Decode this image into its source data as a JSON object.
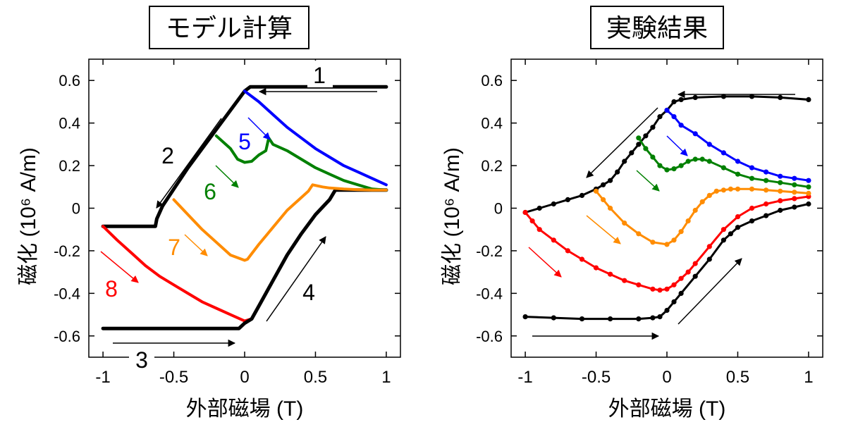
{
  "chart_data": [
    {
      "type": "line",
      "title": "モデル計算",
      "xlabel": "外部磁場 (T)",
      "ylabel": "磁化 (10⁶ A/m)",
      "xlim": [
        -1.1,
        1.1
      ],
      "ylim": [
        -0.7,
        0.7
      ],
      "xticks": [
        "-1",
        "-0.5",
        "0",
        "0.5",
        "1"
      ],
      "yticks": [
        "-0.6",
        "-0.4",
        "-0.2",
        "0",
        "0.2",
        "0.4",
        "0.6"
      ],
      "grid": false,
      "series": [
        {
          "name": "",
          "color": "#000000",
          "x": [
            1.0,
            0.04,
            0.0,
            -0.1,
            -0.2,
            -0.3,
            -0.4,
            -0.5,
            -0.58,
            -0.62,
            -0.63,
            -1.0
          ],
          "y": [
            0.57,
            0.57,
            0.55,
            0.46,
            0.37,
            0.28,
            0.19,
            0.09,
            0.01,
            -0.05,
            -0.085,
            -0.085
          ]
        },
        {
          "name": "",
          "color": "#ff0000",
          "x": [
            -1.0,
            -0.9,
            -0.8,
            -0.7,
            -0.6,
            -0.5,
            -0.4,
            -0.3,
            -0.2,
            -0.1,
            0.0,
            0.05,
            0.1,
            0.15,
            0.2
          ],
          "y": [
            -0.085,
            -0.15,
            -0.21,
            -0.27,
            -0.32,
            -0.36,
            -0.4,
            -0.44,
            -0.47,
            -0.5,
            -0.53,
            -0.52,
            -0.46,
            -0.4,
            -0.34
          ]
        },
        {
          "name": "",
          "color": "#000000",
          "x": [
            -1.0,
            -0.04,
            0.0,
            0.05,
            0.1,
            0.2,
            0.3,
            0.4,
            0.5,
            0.6,
            0.64,
            1.0
          ],
          "y": [
            -0.565,
            -0.565,
            -0.54,
            -0.52,
            -0.46,
            -0.34,
            -0.22,
            -0.12,
            -0.03,
            0.04,
            0.085,
            0.085
          ]
        },
        {
          "name": "",
          "color": "#0000ff",
          "x": [
            0.0,
            0.1,
            0.2,
            0.3,
            0.4,
            0.5,
            0.6,
            0.7,
            0.8,
            0.9,
            1.0
          ],
          "y": [
            0.55,
            0.5,
            0.44,
            0.38,
            0.33,
            0.28,
            0.24,
            0.2,
            0.17,
            0.14,
            0.11
          ]
        },
        {
          "name": "",
          "color": "#008000",
          "x": [
            -0.2,
            -0.1,
            -0.05,
            0.0,
            0.05,
            0.1,
            0.15,
            0.17,
            0.2,
            0.3,
            0.4,
            0.5,
            0.6,
            0.7,
            0.8,
            0.9,
            1.0
          ],
          "y": [
            0.34,
            0.28,
            0.23,
            0.215,
            0.22,
            0.25,
            0.27,
            0.33,
            0.3,
            0.27,
            0.23,
            0.19,
            0.16,
            0.13,
            0.11,
            0.09,
            0.085
          ]
        },
        {
          "name": "",
          "color": "#ff8c00",
          "x": [
            -0.5,
            -0.4,
            -0.3,
            -0.2,
            -0.1,
            -0.02,
            0.0,
            0.02,
            0.1,
            0.2,
            0.3,
            0.4,
            0.45,
            0.48,
            0.55,
            0.6,
            0.7,
            0.8,
            0.9,
            1.0
          ],
          "y": [
            0.04,
            -0.03,
            -0.1,
            -0.16,
            -0.22,
            -0.24,
            -0.245,
            -0.24,
            -0.17,
            -0.09,
            -0.01,
            0.05,
            0.08,
            0.11,
            0.1,
            0.095,
            0.09,
            0.087,
            0.085,
            0.085
          ]
        }
      ],
      "annotations": [
        {
          "text": "1",
          "color": "#000000"
        },
        {
          "text": "2",
          "color": "#000000"
        },
        {
          "text": "3",
          "color": "#000000"
        },
        {
          "text": "4",
          "color": "#000000"
        },
        {
          "text": "5",
          "color": "#0000ff"
        },
        {
          "text": "6",
          "color": "#008000"
        },
        {
          "text": "7",
          "color": "#ff8c00"
        },
        {
          "text": "8",
          "color": "#ff0000"
        }
      ]
    },
    {
      "type": "scatter",
      "title": "実験結果",
      "xlabel": "外部磁場 (T)",
      "ylabel": "磁化 (10⁶ A/m)",
      "xlim": [
        -1.1,
        1.1
      ],
      "ylim": [
        -0.7,
        0.7
      ],
      "xticks": [
        "-1",
        "-0.5",
        "0",
        "0.5",
        "1"
      ],
      "yticks": [
        "-0.6",
        "-0.4",
        "-0.2",
        "0",
        "0.2",
        "0.4",
        "0.6"
      ],
      "grid": false,
      "series": [
        {
          "name": "",
          "color": "#000000",
          "x": [
            1.0,
            0.8,
            0.6,
            0.4,
            0.2,
            0.1,
            0.05,
            0.0,
            -0.05,
            -0.1,
            -0.15,
            -0.2,
            -0.25,
            -0.3,
            -0.35,
            -0.4,
            -0.45,
            -0.5,
            -0.6,
            -0.7,
            -0.8,
            -0.9,
            -1.0
          ],
          "y": [
            0.51,
            0.52,
            0.525,
            0.525,
            0.52,
            0.51,
            0.5,
            0.46,
            0.43,
            0.38,
            0.34,
            0.3,
            0.26,
            0.22,
            0.17,
            0.13,
            0.11,
            0.09,
            0.06,
            0.04,
            0.02,
            0.0,
            -0.02
          ]
        },
        {
          "name": "",
          "color": "#ff0000",
          "x": [
            -1.0,
            -0.95,
            -0.9,
            -0.8,
            -0.7,
            -0.6,
            -0.5,
            -0.4,
            -0.3,
            -0.2,
            -0.1,
            -0.05,
            0.0,
            0.05,
            0.1,
            0.15,
            0.2,
            0.3,
            0.4,
            0.5,
            0.6,
            0.7,
            0.8,
            0.9,
            1.0
          ],
          "y": [
            -0.02,
            -0.06,
            -0.1,
            -0.15,
            -0.2,
            -0.24,
            -0.28,
            -0.31,
            -0.34,
            -0.36,
            -0.38,
            -0.385,
            -0.38,
            -0.36,
            -0.33,
            -0.3,
            -0.26,
            -0.18,
            -0.1,
            -0.04,
            0.0,
            0.02,
            0.035,
            0.045,
            0.055
          ]
        },
        {
          "name": "",
          "color": "#000000",
          "x": [
            -1.0,
            -0.8,
            -0.6,
            -0.4,
            -0.2,
            -0.1,
            -0.05,
            0.0,
            0.05,
            0.1,
            0.2,
            0.3,
            0.4,
            0.45,
            0.5,
            0.6,
            0.7,
            0.8,
            0.9,
            1.0
          ],
          "y": [
            -0.51,
            -0.515,
            -0.52,
            -0.52,
            -0.52,
            -0.515,
            -0.51,
            -0.48,
            -0.44,
            -0.4,
            -0.32,
            -0.24,
            -0.15,
            -0.12,
            -0.09,
            -0.06,
            -0.035,
            -0.01,
            0.005,
            0.02
          ]
        },
        {
          "name": "",
          "color": "#0000ff",
          "x": [
            0.0,
            0.05,
            0.1,
            0.2,
            0.3,
            0.4,
            0.5,
            0.6,
            0.7,
            0.8,
            0.9,
            1.0
          ],
          "y": [
            0.46,
            0.43,
            0.39,
            0.35,
            0.3,
            0.26,
            0.22,
            0.19,
            0.17,
            0.15,
            0.14,
            0.13
          ]
        },
        {
          "name": "",
          "color": "#008000",
          "x": [
            -0.2,
            -0.15,
            -0.1,
            -0.05,
            0.0,
            0.05,
            0.1,
            0.15,
            0.2,
            0.25,
            0.3,
            0.4,
            0.5,
            0.6,
            0.7,
            0.8,
            0.9,
            1.0
          ],
          "y": [
            0.33,
            0.28,
            0.24,
            0.2,
            0.18,
            0.185,
            0.2,
            0.22,
            0.23,
            0.23,
            0.22,
            0.19,
            0.16,
            0.14,
            0.13,
            0.12,
            0.11,
            0.1
          ]
        },
        {
          "name": "",
          "color": "#ff8c00",
          "x": [
            -0.5,
            -0.45,
            -0.4,
            -0.3,
            -0.2,
            -0.1,
            0.0,
            0.05,
            0.1,
            0.15,
            0.2,
            0.25,
            0.3,
            0.35,
            0.4,
            0.45,
            0.5,
            0.6,
            0.7,
            0.8,
            0.9,
            1.0
          ],
          "y": [
            0.08,
            0.04,
            0.0,
            -0.07,
            -0.12,
            -0.16,
            -0.17,
            -0.15,
            -0.11,
            -0.06,
            -0.01,
            0.03,
            0.06,
            0.08,
            0.085,
            0.09,
            0.09,
            0.09,
            0.085,
            0.08,
            0.075,
            0.07
          ]
        }
      ],
      "annotations": []
    }
  ]
}
